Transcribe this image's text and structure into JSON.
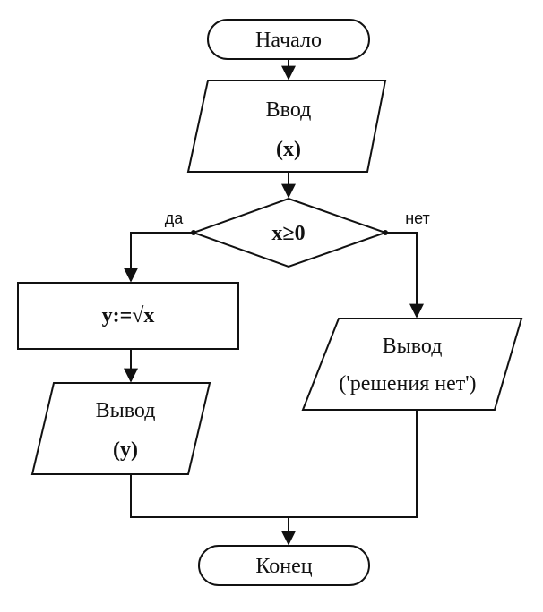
{
  "start": {
    "label": "Начало"
  },
  "input_x": {
    "label": "Ввод",
    "arg": "(x)"
  },
  "condition": {
    "label": "x≥0",
    "yes_label": "да",
    "no_label": "нет"
  },
  "assign": {
    "label": "y:=√x"
  },
  "output_y": {
    "label": "Вывод",
    "arg": "(y)"
  },
  "output_none": {
    "label": "Вывод",
    "arg": "('решения нет')"
  },
  "end": {
    "label": "Конец"
  }
}
